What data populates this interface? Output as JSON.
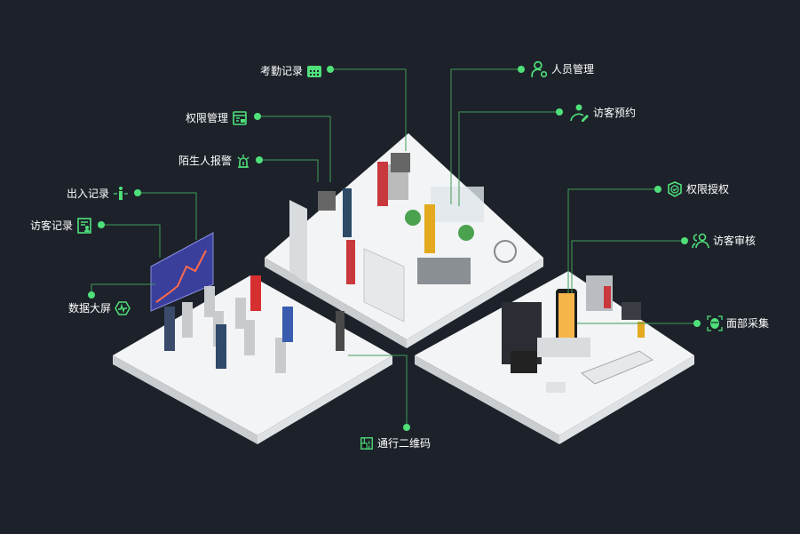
{
  "colors": {
    "background": "#1d222a",
    "accent": "#4fe07a",
    "line": "#3f9c58",
    "platform": "#f1f3f4"
  },
  "labels": {
    "attendance": {
      "text": "考勤记录",
      "icon": "calendar-icon"
    },
    "permission_mgmt": {
      "text": "权限管理",
      "icon": "permission-card-icon"
    },
    "stranger_alarm": {
      "text": "陌生人报警",
      "icon": "alarm-light-icon"
    },
    "entry_record": {
      "text": "出入记录",
      "icon": "person-pass-icon"
    },
    "visitor_record": {
      "text": "访客记录",
      "icon": "visitor-document-icon"
    },
    "data_screen": {
      "text": "数据大屏",
      "icon": "pulse-hexagon-icon"
    },
    "staff_mgmt": {
      "text": "人员管理",
      "icon": "user-gear-icon"
    },
    "visitor_booking": {
      "text": "访客预约",
      "icon": "user-edit-icon"
    },
    "authorization": {
      "text": "权限授权",
      "icon": "shield-check-icon"
    },
    "visitor_review": {
      "text": "访客审核",
      "icon": "users-icon"
    },
    "face_capture": {
      "text": "面部采集",
      "icon": "face-scan-icon"
    },
    "qr_pass": {
      "text": "通行二维码",
      "icon": "qr-code-icon"
    }
  }
}
